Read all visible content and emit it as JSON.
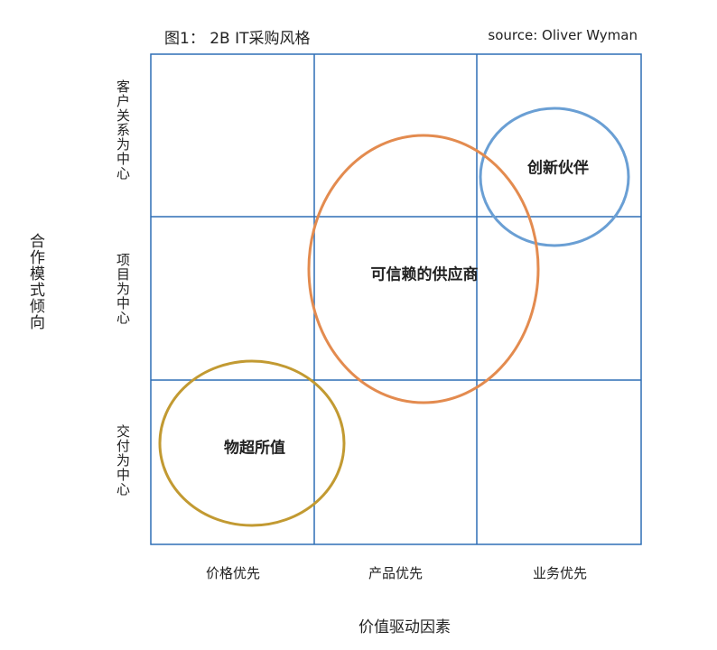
{
  "title": "图1： 2B IT采购风格",
  "source": "source: Oliver Wyman",
  "y_axis": {
    "title": "合作模式倾向",
    "rows": [
      "客户关系为中心",
      "项目为中心",
      "交付为中心"
    ]
  },
  "x_axis": {
    "title": "价值驱动因素",
    "columns": [
      "价格优先",
      "产品优先",
      "业务优先"
    ]
  },
  "bubbles": [
    {
      "label": "创新伙伴",
      "color": "#6a9fd4"
    },
    {
      "label": "可信赖的供应商",
      "color": "#e38b4f"
    },
    {
      "label": "物超所值",
      "color": "#c29a32"
    }
  ],
  "colors": {
    "grid": "#2f6fb5"
  }
}
